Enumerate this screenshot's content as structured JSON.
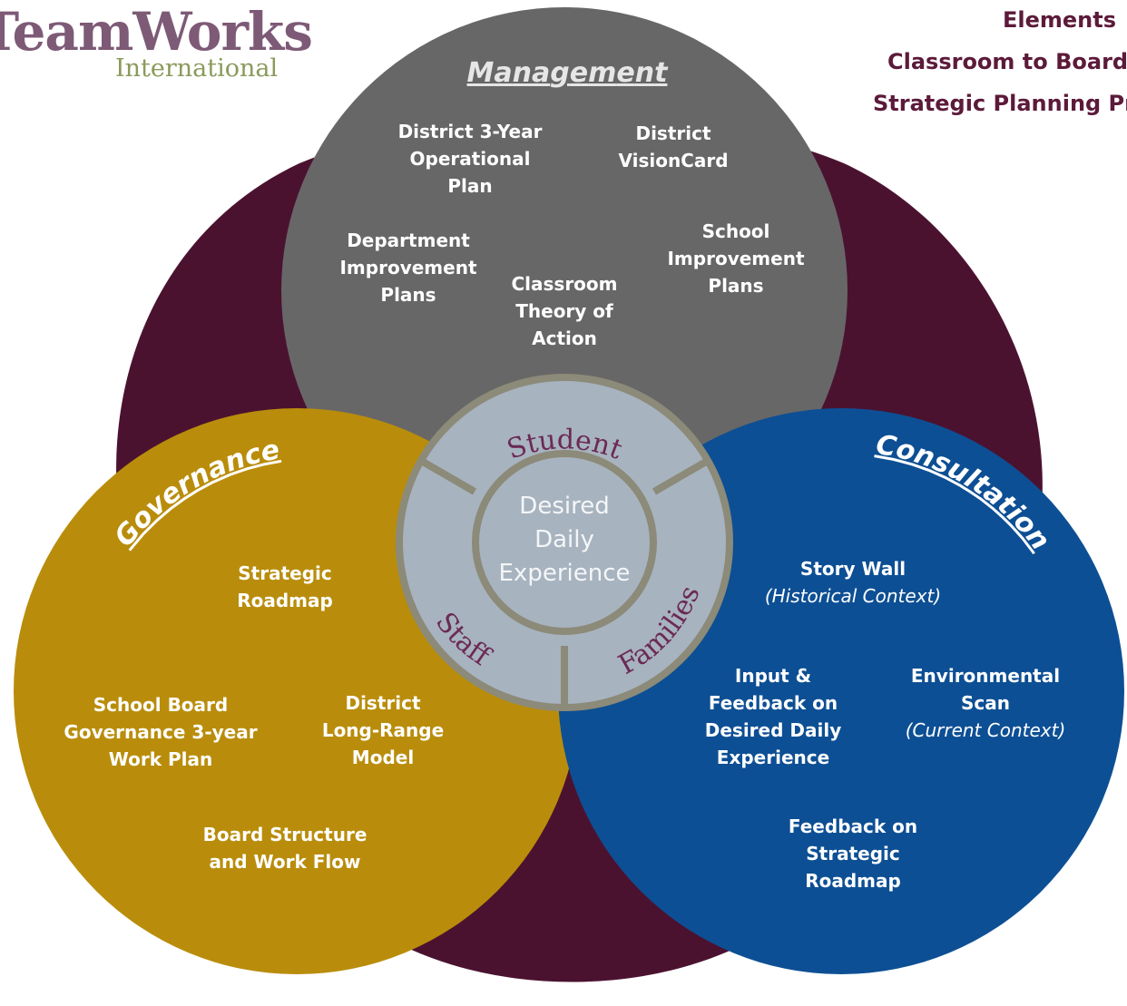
{
  "logo": {
    "name": "TeamWorks",
    "subtitle": "International"
  },
  "title": {
    "line1": "Elements",
    "line2": "Classroom to Board",
    "line3": "Strategic Planning Pr"
  },
  "colors": {
    "background_blob": "#4b1230",
    "management": "#676767",
    "governance": "#b98d0b",
    "consultation": "#0d4f94",
    "center_ring": "#8c8a78",
    "center_fill": "#a7b3bf",
    "center_text": "#f4f6f8",
    "ring_text": "#6b2a55"
  },
  "management": {
    "heading": "Management",
    "items": [
      {
        "lines": [
          "District 3-Year",
          "Operational",
          "Plan"
        ]
      },
      {
        "lines": [
          "District",
          "VisionCard"
        ]
      },
      {
        "lines": [
          "Department",
          "Improvement",
          "Plans"
        ]
      },
      {
        "lines": [
          "Classroom",
          "Theory of",
          "Action"
        ]
      },
      {
        "lines": [
          "School",
          "Improvement",
          "Plans"
        ]
      }
    ]
  },
  "governance": {
    "heading": "Governance",
    "items": [
      {
        "lines": [
          "Strategic",
          "Roadmap"
        ]
      },
      {
        "lines": [
          "School Board",
          "Governance 3-year",
          "Work Plan"
        ]
      },
      {
        "lines": [
          "District",
          "Long-Range",
          "Model"
        ]
      },
      {
        "lines": [
          "Board Structure",
          "and Work Flow"
        ]
      }
    ]
  },
  "consultation": {
    "heading": "Consultation",
    "items": [
      {
        "lines": [
          "Story Wall"
        ],
        "note": "(Historical Context)"
      },
      {
        "lines": [
          "Input &",
          "Feedback on",
          "Desired Daily",
          "Experience"
        ]
      },
      {
        "lines": [
          "Environmental",
          "Scan"
        ],
        "note": "(Current Context)"
      },
      {
        "lines": [
          "Feedback on",
          "Strategic",
          "Roadmap"
        ]
      }
    ]
  },
  "center": {
    "core": [
      "Desired",
      "Daily",
      "Experience"
    ],
    "ring": [
      "Student",
      "Families",
      "Staff"
    ]
  }
}
